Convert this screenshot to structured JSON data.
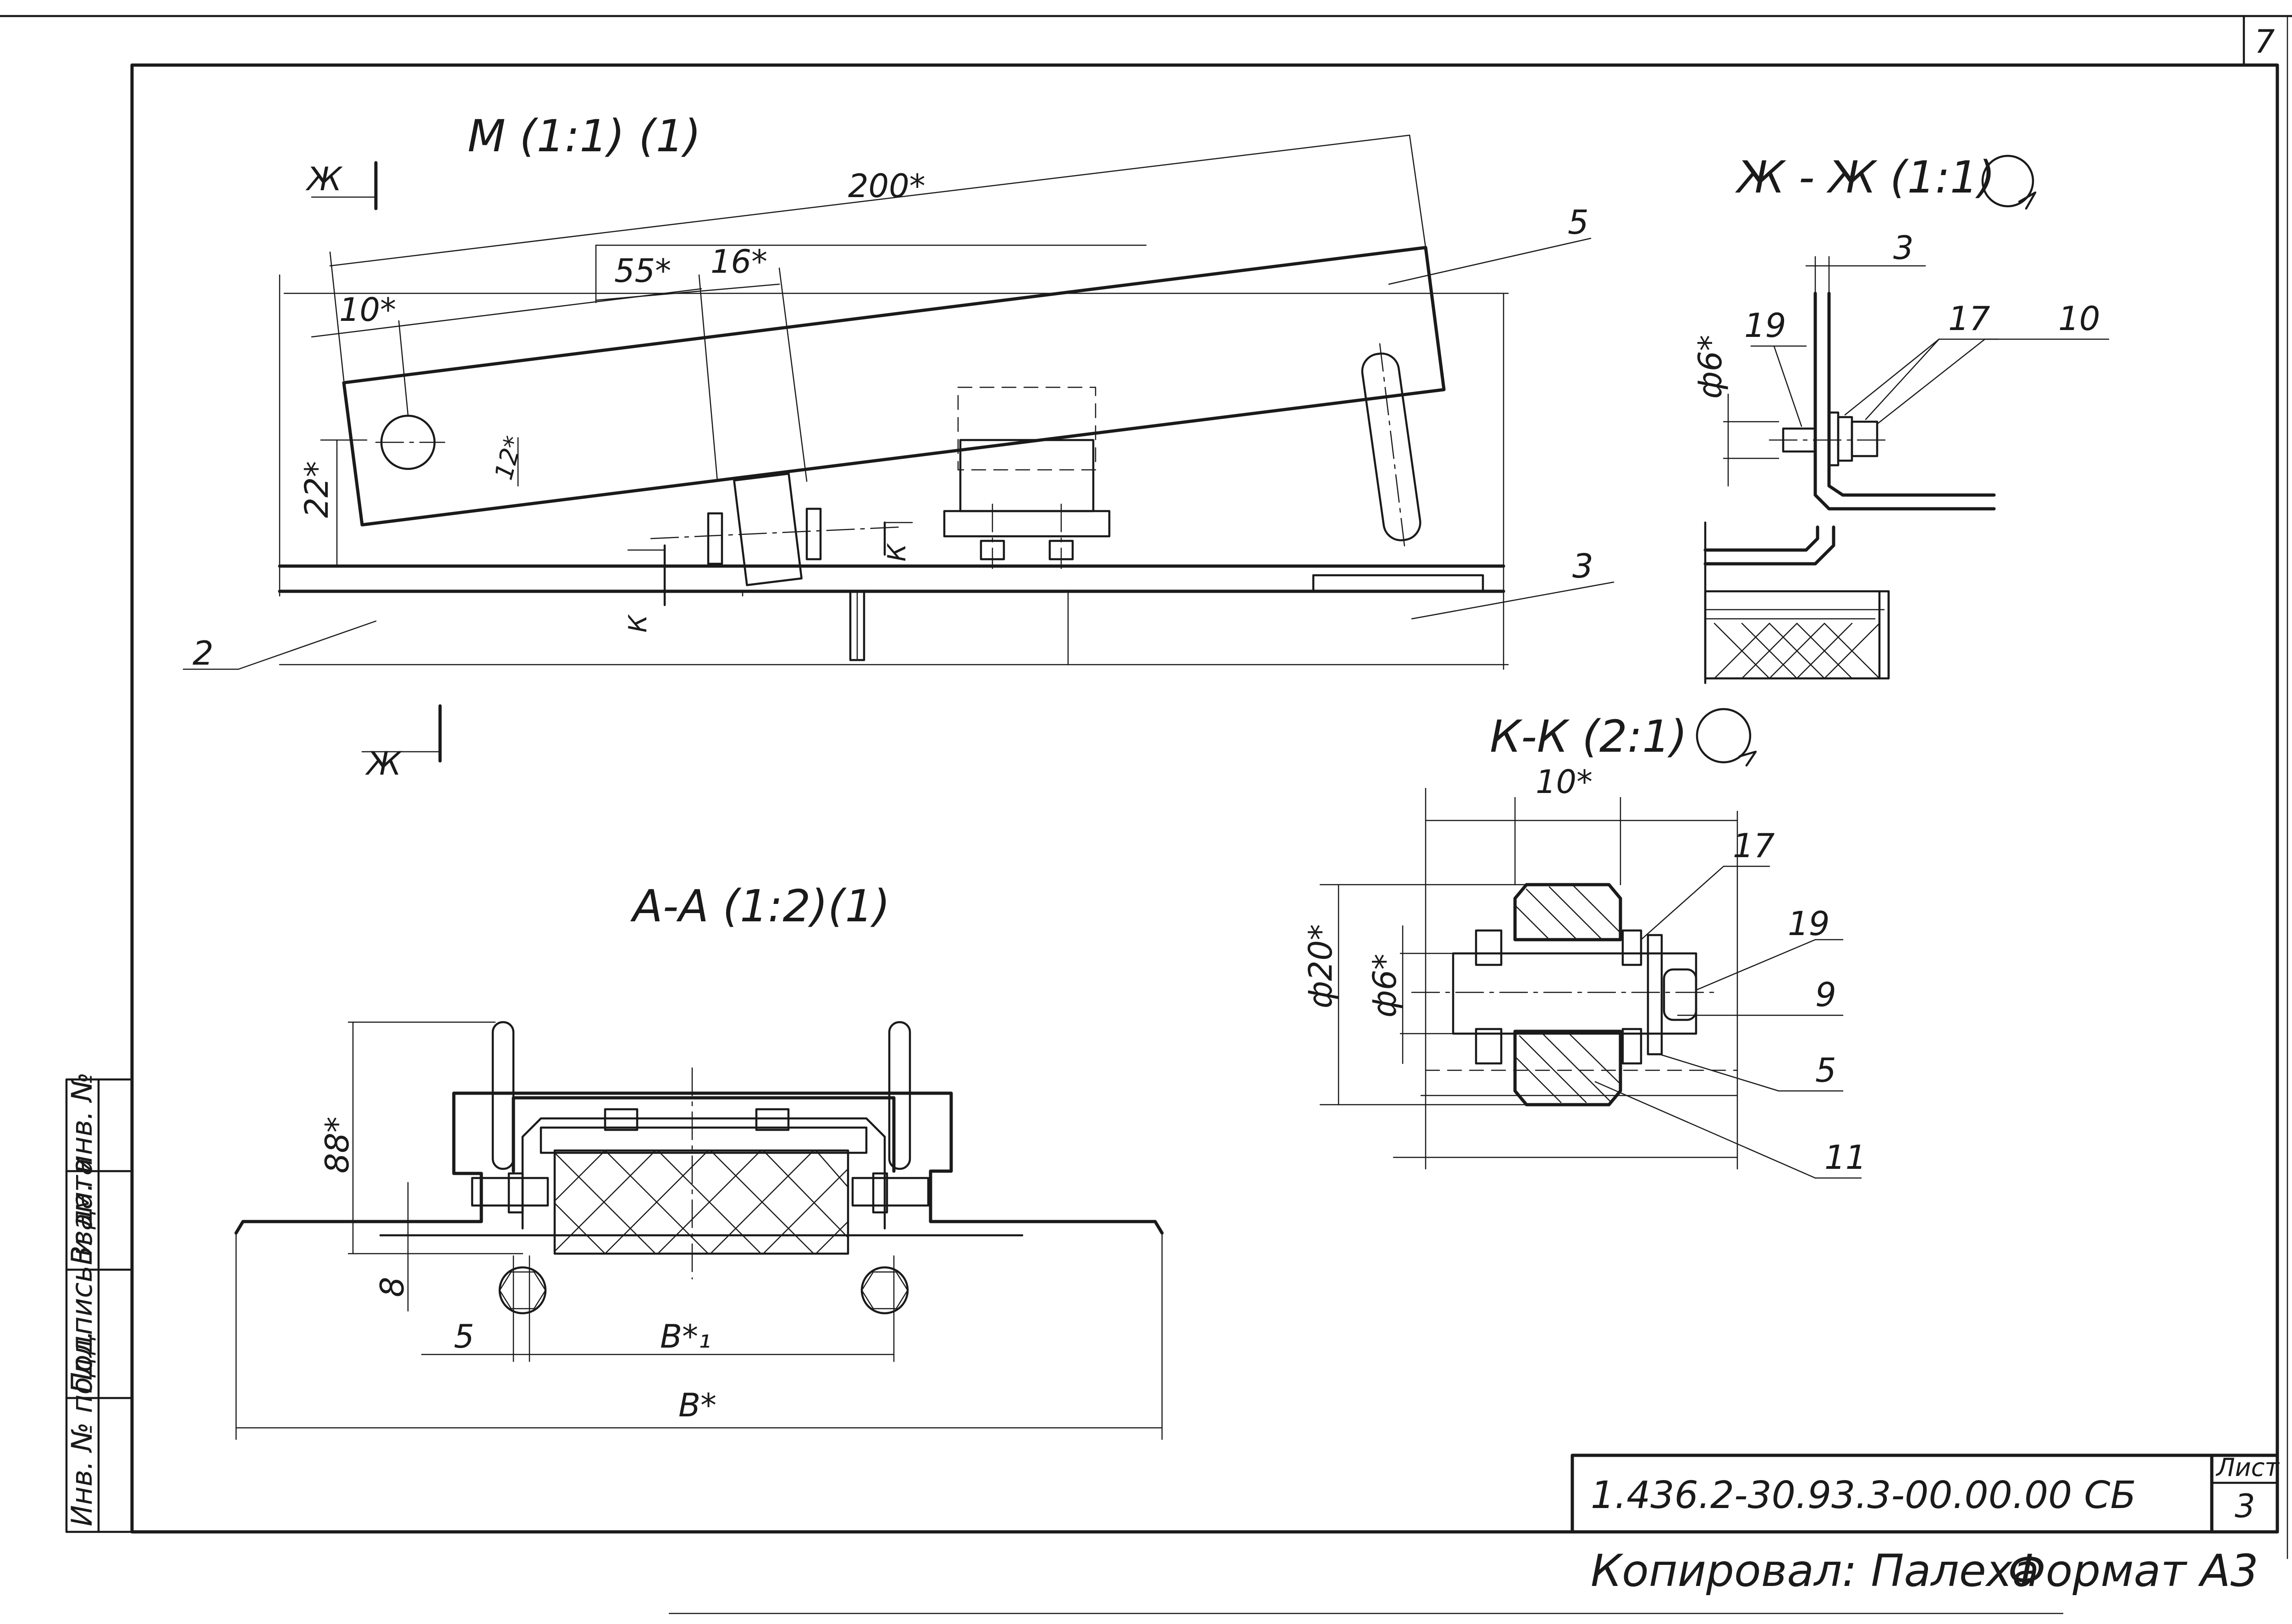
{
  "page_number": "7",
  "views": {
    "m": {
      "title": "М (1:1) (1)",
      "dims": {
        "overall": "200*",
        "d55": "55*",
        "d16": "16*",
        "d10": "10*",
        "d22": "22*",
        "d12": "12*"
      },
      "positions": {
        "p5": "5",
        "p3": "3",
        "p2": "2"
      },
      "section_labels": {
        "zh_top": "Ж",
        "zh_bottom": "Ж",
        "k": "К",
        "k2": "К"
      }
    },
    "zh": {
      "title": "Ж - Ж (1:1)",
      "dims": {
        "d3": "3",
        "d6": "ф6*"
      },
      "positions": {
        "p19": "19",
        "p17": "17",
        "p10": "10"
      }
    },
    "kk": {
      "title": "К-К (2:1)",
      "dims": {
        "d10": "10*",
        "d20": "ф20*",
        "d6": "ф6*"
      },
      "positions": {
        "p17": "17",
        "p19": "19",
        "p9": "9",
        "p5": "5",
        "p11": "11"
      }
    },
    "aa": {
      "title": "А-А (1:2)(1)",
      "dims": {
        "d88": "88*",
        "d8": "8",
        "d5": "5",
        "b1": "В*₁",
        "b": "В*"
      }
    }
  },
  "side_stamp": [
    "Инв. № подл.",
    "Подпись и дата",
    "Взам. инв. №"
  ],
  "title_block": {
    "code": "1.436.2-30.93.3-00.00.00 СБ",
    "sheet_label": "Лист",
    "sheet_number": "3"
  },
  "footer": {
    "copied": "Копировал: Палеха",
    "format": "Формат А3"
  }
}
